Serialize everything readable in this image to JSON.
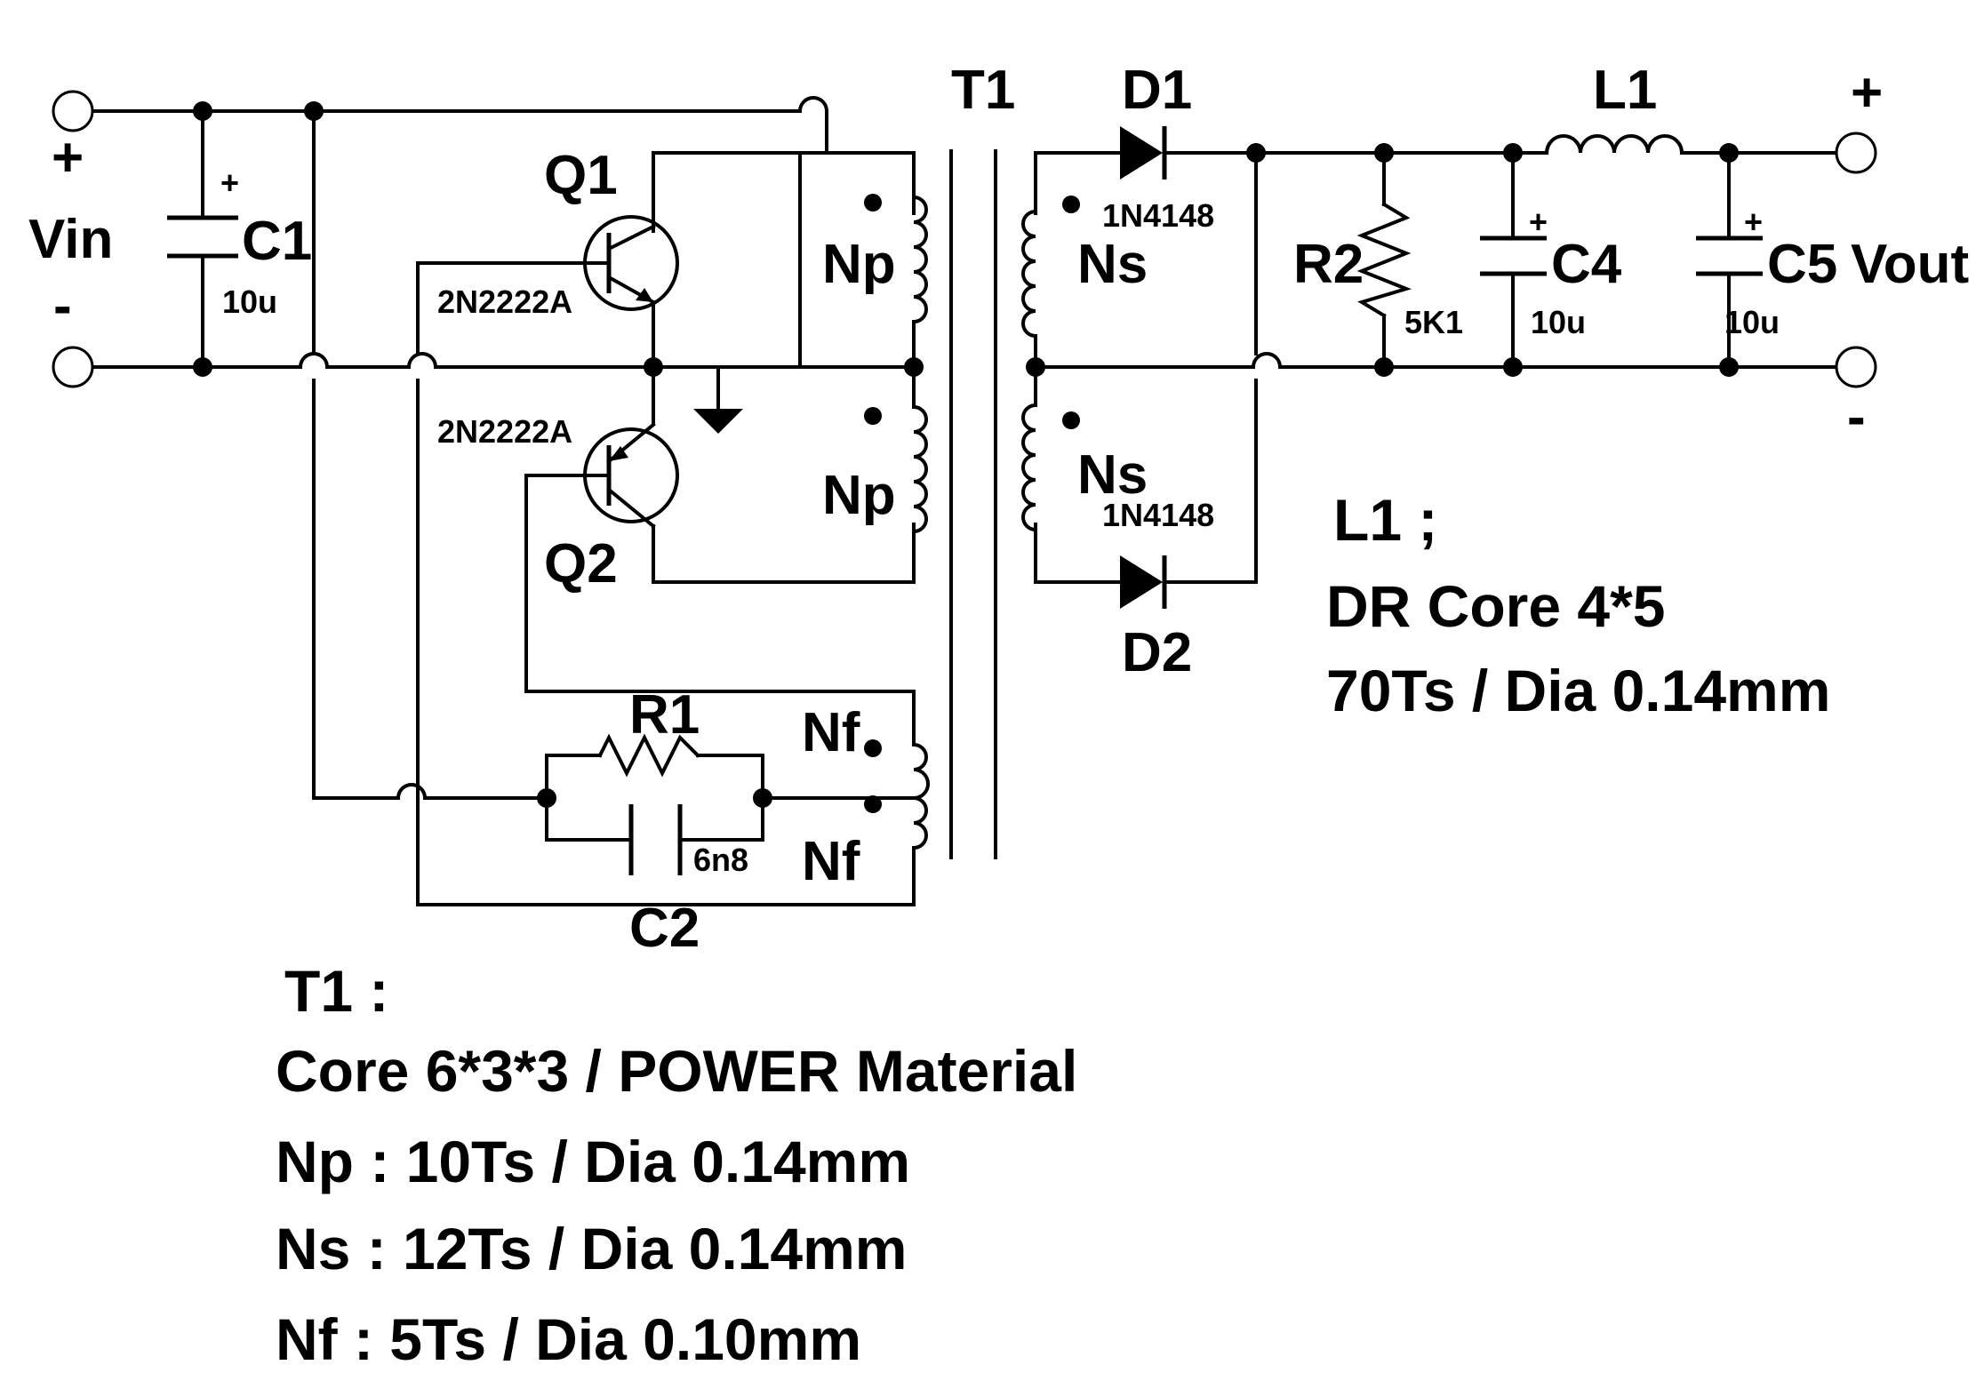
{
  "labels": {
    "vin": "Vin",
    "vin_plus": "+",
    "vin_minus": "-",
    "vout": "Vout",
    "vout_plus": "+",
    "vout_minus": "-",
    "c1": "C1",
    "c1_plus": "+",
    "c1_value": "10u",
    "q1": "Q1",
    "q1_part": "2N2222A",
    "q2": "Q2",
    "q2_part": "2N2222A",
    "t1": "T1",
    "np_top": "Np",
    "np_bottom": "Np",
    "ns_top": "Ns",
    "ns_bottom": "Ns",
    "nf_top": "Nf",
    "nf_bottom": "Nf",
    "r1": "R1",
    "c2": "C2",
    "c2_value": "6n8",
    "d1": "D1",
    "d1_part": "1N4148",
    "d2": "D2",
    "d2_part": "1N4148",
    "r2": "R2",
    "r2_value": "5K1",
    "c4": "C4",
    "c4_plus": "+",
    "c4_value": "10u",
    "l1": "L1",
    "c5": "C5",
    "c5_plus": "+",
    "c5_value": "10u"
  },
  "notes": {
    "t1": [
      "T1 :",
      "Core 6*3*3 / POWER Material",
      "Np : 10Ts / Dia 0.14mm",
      "Ns : 12Ts / Dia 0.14mm",
      "Nf  : 5Ts / Dia 0.10mm"
    ],
    "l1": [
      "L1 ;",
      "DR Core 4*5",
      "70Ts / Dia 0.14mm"
    ]
  }
}
